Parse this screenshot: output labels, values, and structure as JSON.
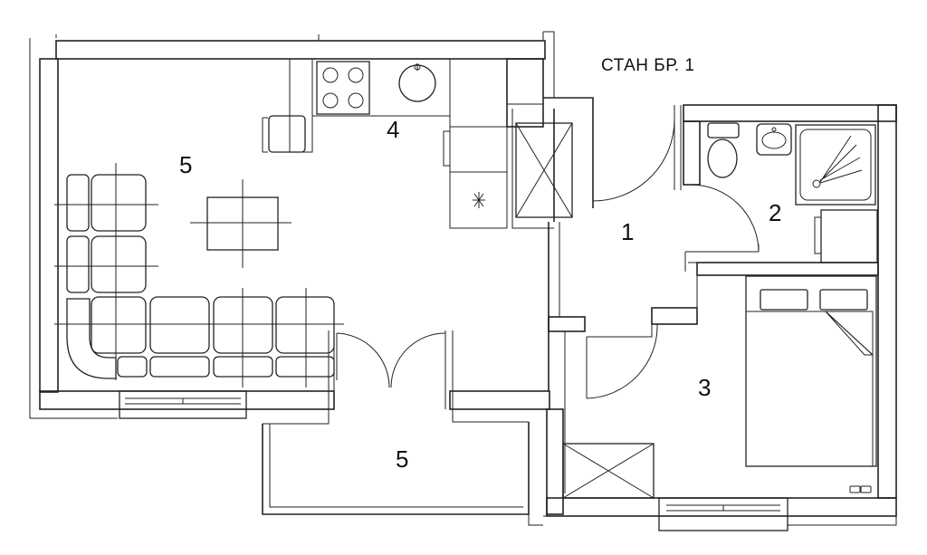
{
  "title": "СТАН БР. 1",
  "rooms": [
    {
      "id": "room-1",
      "label": "1"
    },
    {
      "id": "room-2",
      "label": "2"
    },
    {
      "id": "room-3",
      "label": "3"
    },
    {
      "id": "room-4",
      "label": "4"
    },
    {
      "id": "room-5-living",
      "label": "5"
    },
    {
      "id": "room-5-terrace",
      "label": "5"
    }
  ],
  "colors": {
    "line": "#222222",
    "background": "#ffffff"
  }
}
